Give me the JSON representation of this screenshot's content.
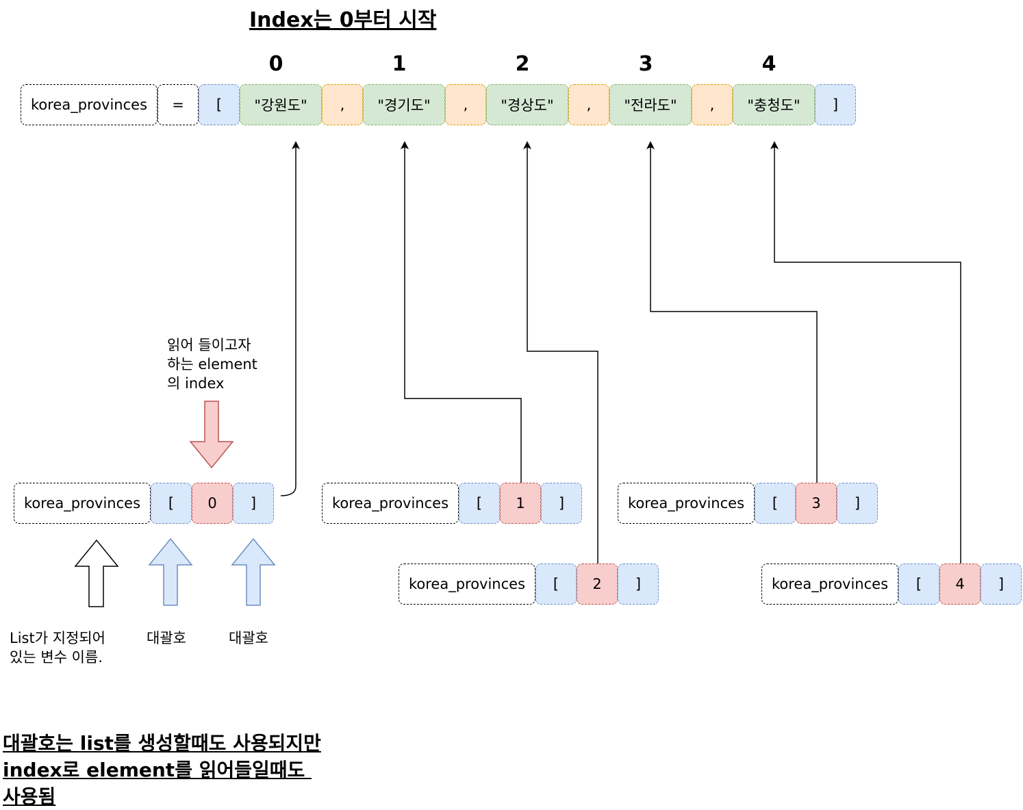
{
  "title": "Index는 0부터 시작",
  "indices": [
    "0",
    "1",
    "2",
    "3",
    "4"
  ],
  "list_row": {
    "var_name": "korea_provinces",
    "equals": "=",
    "open_bracket": "[",
    "close_bracket": "]",
    "comma": ",",
    "elements": [
      "\"강원도\"",
      "\"경기도\"",
      "\"경상도\"",
      "\"전라도\"",
      "\"충청도\""
    ]
  },
  "access_rows": [
    {
      "var_name": "korea_provinces",
      "open": "[",
      "index": "0",
      "close": "]"
    },
    {
      "var_name": "korea_provinces",
      "open": "[",
      "index": "1",
      "close": "]"
    },
    {
      "var_name": "korea_provinces",
      "open": "[",
      "index": "2",
      "close": "]"
    },
    {
      "var_name": "korea_provinces",
      "open": "[",
      "index": "3",
      "close": "]"
    },
    {
      "var_name": "korea_provinces",
      "open": "[",
      "index": "4",
      "close": "]"
    }
  ],
  "notes": {
    "index_label": [
      "읽어 들이고자",
      "하는 element",
      "의 index"
    ],
    "var_label": [
      "List가 지정되어",
      "있는 변수 이름."
    ],
    "bracket_left": "대괄호",
    "bracket_right": "대괄호"
  },
  "bottom_text": [
    "대괄호는 list를 생성할때도 사용되지만",
    "index로 element를 읽어들일때도 ",
    "사용됨"
  ]
}
